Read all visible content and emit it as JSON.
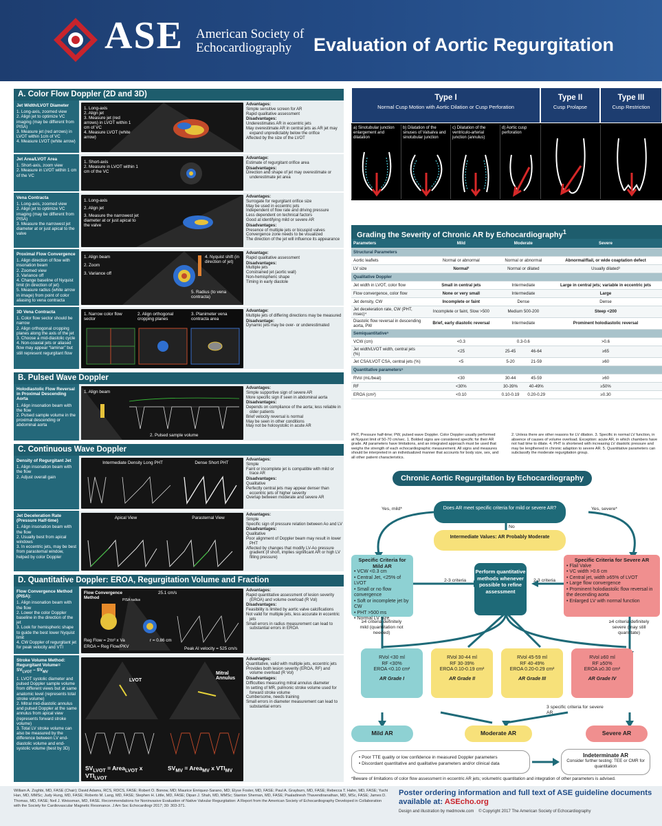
{
  "header": {
    "logo_text": "ASE",
    "logo_sub_1": "American Society of",
    "logo_sub_2": "Echocardiography",
    "title": "Evaluation of Aortic Regurgitation",
    "bg": "#1d3d70"
  },
  "sections": {
    "a": "A. Color Flow Doppler (2D and 3D)",
    "b": "B. Pulsed Wave Doppler",
    "c": "C. Continuous Wave Doppler",
    "d": "D. Quantitative Doppler: EROA, Regurgitation Volume and Fraction"
  },
  "rows": {
    "jet_width": {
      "title": "Jet Width/LVOT Diameter",
      "steps": [
        "1. Long-axis, zoomed view",
        "2. Align jet to optimize VC imaging (may be different from PISA)",
        "3. Measure jet (red arrows) in LVOT within 1cm of VC",
        "4. Measure LVOT (white arrow)"
      ],
      "img_steps": [
        "1. Long-axis",
        "2. Align jet",
        "3. Measure jet (red arrows) in LVOT within 1 cm of VC",
        "4. Measure LVOT (white arrow)"
      ],
      "advantages": [
        "Simple sensitive screen for AR",
        "Rapid qualitative assessment"
      ],
      "disadvantages": [
        "Underestimates AR in eccentric jets",
        "May overestimate AR in central jets as AR jet may expand unpredictably below the orifice",
        "Affected by the size of the LVOT"
      ]
    },
    "jet_area": {
      "title": "Jet Area/LVOT Area",
      "steps": [
        "1. Short-axis, zoom view",
        "2. Measure in LVOT within 1 cm of the VC"
      ],
      "img_steps": [
        "1. Short-axis",
        "2. Measure in LVOT within 1 cm of the VC"
      ],
      "advantages": [
        "Estimate of regurgitant orifice area"
      ],
      "disadvantages": [
        "Direction and shape of jet may overestimate or underestimate jet area"
      ]
    },
    "vena": {
      "title": "Vena Contracta",
      "steps": [
        "1. Long-axis, zoomed view",
        "2. Align jet to optimize VC imaging (may be different from PISA)",
        "3. Measure the narrowest jet diameter at or just apical to the valve"
      ],
      "img_steps": [
        "1. Long-axis",
        "2. Align jet",
        "3. Measure the narrowest jet diameter at or just apical to the valve"
      ],
      "advantages": [
        "Surrogate for regurgitant orifice size",
        "May be used in eccentric jets",
        "Independent of flow rate and driving pressure",
        "Less dependent on technical factors",
        "Good at identifying mild or severe AR"
      ],
      "disadvantages": [
        "Presence of multiple jets or bicuspid valves",
        "Convergence zone needs to be visualized",
        "The direction of the jet will influence its appearance"
      ]
    },
    "pisa": {
      "title": "Proximal Flow Convergence",
      "steps": [
        "1. Align direction of flow with insonation beam",
        "2. Zoomed view",
        "3. Variance off",
        "4. Change baseline of Nyquist limit (in direction of jet)",
        "5. Measure radius (white arrow in image) from point of color aliasing to vena contracta"
      ],
      "img_steps": [
        "1. Align beam",
        "2. Zoom",
        "3. Variance off",
        "4. Nyquist shift (in direction of jet)",
        "5. Radius (to vena contracta)"
      ],
      "advantages": [
        "Rapid qualitative assessment"
      ],
      "disadvantages": [
        "Multiple jets",
        "Constrained jet (aortic wall)",
        "Non-hemispheric shape",
        "Timing in early diastole"
      ]
    },
    "vc3d": {
      "title": "3D Vena Contracta",
      "steps": [
        "1. Color flow sector should be narrow",
        "2. Align orthogonal cropping planes along the axis of the jet",
        "3. Choose a mid-diastolic cycle",
        "4. Non-coaxial jets or aliased flow may appear “laminar” but still represent regurgitant flow"
      ],
      "img_steps": [
        "1. Narrow color flow sector",
        "2. Align orthogonal cropping planes",
        "3. Planimeter vena contracta area"
      ],
      "advantages": [
        "Multiple jets of differing directions may be measured"
      ],
      "disadvantages": [
        "Dynamic jets may be over- or underestimated"
      ]
    },
    "holo": {
      "title": "Holodiastolic Flow Reversal in Proximal Descending Aorta",
      "steps": [
        "1. Align insonation beam with the flow",
        "2. Pulsed sample volume in the proximal descending or abdominal aorta"
      ],
      "img_steps": [
        "1. Align beam",
        "2. Pulsed sample volume"
      ],
      "advantages": [
        "Simple supportive sign of severe AR",
        "More specific sign if seen in abdominal aorta"
      ],
      "disadvantages": [
        "Depends on compliance of the aorta; less reliable in older patients",
        "Brief velocity reversal is normal",
        "May be seen in other conditions",
        "May not be holosystolic in acute AR"
      ]
    },
    "density": {
      "title": "Density of Regurgitant Jet",
      "steps": [
        "1. Align insonation beam with the flow",
        "2. Adjust overall gain"
      ],
      "img_labels": [
        "Intermediate Density Long PHT",
        "Dense Short PHT"
      ],
      "advantages": [
        "Simple",
        "Faint or incomplete jet is compatible with mild or trace AR"
      ],
      "disadvantages": [
        "Qualitative",
        "Perfectly central jets may appear denser than eccentric jets of higher severity",
        "Overlap between moderate and severe AR"
      ]
    },
    "decel": {
      "title": "Jet Deceleration Rate (Pressure Half-time)",
      "steps": [
        "1. Align insonation beam with the flow",
        "2. Usually best from apical windows",
        "3. In eccentric jets, may be best from parasternal window, helped by color Doppler"
      ],
      "img_labels": [
        "Apical View",
        "Parasternal View"
      ],
      "advantages": [
        "Simple",
        "Specific sign of pressure relation between Ao and LV"
      ],
      "disadvantages": [
        "Qualitative",
        "Poor alignment of Doppler beam may result in lower PHT",
        "Affected by changes that modify LV-Ao pressure gradient (if short, implies significant AR or high LV filling pressure)"
      ]
    },
    "flowconv": {
      "title": "Flow Convergence Method (PISA):",
      "steps": [
        "1. Align insonation beam with the flow",
        "2. Lower the color Doppler baseline in the direction of the jet",
        "3. Look for hemispheric shape to guide the best lower Nyquist limit",
        "4. CW Doppler of regurgitant jet for peak velocity and VTI"
      ],
      "img_labels": [
        "Flow Convergence Method",
        "25.1 cm/s",
        "r = 0.86 cm",
        "Peak AI velocity = 525 cm/s",
        "Reg Flow = 2πr² x Va",
        "EROA = Reg Flow/PKV",
        "PISA radius"
      ],
      "advantages": [
        "Rapid quantitative assessment of lesion severity (EROA) and volume overload (R Vol)"
      ],
      "disadvantages": [
        "Feasibility is limited by aortic valve calcifications",
        "Not valid for multiple jets, less accurate in eccentric jets",
        "Small errors in radius measurement can lead to substantial errors in EROA"
      ]
    },
    "strokevol": {
      "title": "Stroke Volume Method: Regurgitant Volume= SV",
      "title_sub": "LVOT",
      "title_tail": "– SV",
      "title_sub2": "MV",
      "steps": [
        "1. LVOT systolic diameter and pulsed Doppler sample volume from different views but at same anatomic level (represents total stroke volume)",
        "2. Mitral mid-diastolic annulus and pulsed Doppler at the same annulus from apical view (represents forward stroke volume)",
        "3. Total LV stroke volume can also be measured by the difference between LV end-diastolic volume and end-systolic volume (best by 3D)"
      ],
      "img_labels": [
        "LVOT",
        "Mitral Annulus"
      ],
      "formula_1": "SV",
      "formula_1_sub": "LVOT",
      "formula_1_eq": "= Area",
      "formula_1_sub2": "LVOT",
      "formula_1_tail": "x VTI",
      "formula_1_sub3": "LVOT",
      "formula_2": "SV",
      "formula_2_sub": "MV",
      "formula_2_eq": "= Area",
      "formula_2_sub2": "MV",
      "formula_2_tail": "x VTI",
      "formula_2_sub3": "MV",
      "advantages": [
        "Quantitative, valid with multiple jets, eccentric jets",
        "Provides both lesion severity (EROA, RF) and volume overload (R Vol)"
      ],
      "disadvantages": [
        "Difficulties measuring mitral annulus diameter",
        "In setting of MR, pulmonic stroke volume used for forward stroke volume",
        "Cumbersome, needs training",
        "Small errors in diameter measurement can lead to substantial errors"
      ]
    }
  },
  "labels": {
    "adv": "Advantage:",
    "advs": "Advantages:",
    "dis": "Disadvantage:",
    "diss": "Disadvantages:"
  },
  "types": {
    "t1": "Type I",
    "t1_sub": "Normal Cusp Motion with Aortic Dilation or Cusp Perforation",
    "t2": "Type II",
    "t2_sub": "Cusp Prolapse",
    "t3": "Type III",
    "t3_sub": "Cusp Restriction",
    "cusps": [
      "a)   Sinotubular junction enlargement and dilatation",
      "b)   Dilatation of the sinuses of Valsalva and sinotubular junction",
      "c)   Dilatation of the ventriculo-arterial junction (annulus)",
      "d)   Aortic cusp perforation"
    ]
  },
  "grading": {
    "title": "Grading the Severity of Chronic AR by Echocardiography",
    "title_sup": "1",
    "header": [
      "Parameters",
      "Mild",
      "Moderate",
      "Severe"
    ],
    "structural": "Structural Parameters",
    "aortic_leaflets": [
      "Aortic leaflets",
      "Normal or abnormal",
      "Normal or abnormal",
      "Abnormal/flail, or wide coaptation defect"
    ],
    "lv_size": [
      "LV size",
      "Normal²",
      "Normal or dilated",
      "Usually dilated³"
    ],
    "qualitative": "Qualitative Doppler",
    "jet_width": [
      "Jet width in LVOT, color flow",
      "Small in central jets",
      "Intermediate",
      "Large in central jets; variable in eccentric jets"
    ],
    "flow_conv": [
      "Flow convergence, color flow",
      "None or very small",
      "Intermediate",
      "Large"
    ],
    "jet_density": [
      "Jet density, CW",
      "Incomplete or faint",
      "Dense",
      "Dense"
    ],
    "decel": [
      "Jet deceleration rate, CW (PHT, msec)⁴",
      "Incomplete or faint, Slow >500",
      "Medium 500-200",
      "Steep <200"
    ],
    "diastolic": [
      "Diastolic flow reversal in descending aorta, PW",
      "Brief, early diastolic reversal",
      "Intermediate",
      "Prominent holodiastolic reversal"
    ],
    "semiquant": "Semiquantitative⁵",
    "vcw": [
      "VCW (cm)",
      "<0.3",
      "0.3-0.6",
      ">0.6"
    ],
    "jw_lvot": [
      "Jet width/LVOT width, central jets (%)",
      "<25",
      "25-45",
      "46-64",
      "≥65"
    ],
    "csa": [
      "Jet CSA/LVOT CSA, central jets (%)",
      "<5",
      "5-20",
      "21-59",
      "≥60"
    ],
    "quant": "Quantitative parameters⁵",
    "rvol": [
      "RVol (mL/beat)",
      "<30",
      "30-44",
      "45-59",
      "≥60"
    ],
    "rf": [
      "RF",
      "<30%",
      "30-39%",
      "40-49%",
      "≥50%"
    ],
    "eroa": [
      "EROA (cm²)",
      "<0.10",
      "0.10-0.19",
      "0.20-0.29",
      "≥0.30"
    ]
  },
  "notes": {
    "left": "PHT, Pressure half-time; PW, pulsed wave Doppler. Color Doppler usually performed at Nyquist limit of 50-70 cm/sec. 1. Bolded signs are considered specific for their AR grade. All parameters have limitations, and an integrated approach must be used that weighs the strength of each echocardiographic measurement. All signs and measures should be interpreted in an individualized manner that accounts for body size, sex, and all other patient characteristics.",
    "right": "2. Unless there are other reasons for LV dilation. 3. Specific in normal LV function, in absence of causes of volume overload. Exception: acute AR, in which chambers have not had time to dilate. 4. PHT is shortened with increasing LV diastolic pressure and may be lengthened in chronic adaption to severe AR. 5. Quantitative parameters can subclassify the moderate regurgitation group."
  },
  "flow": {
    "title": "Chronic Aortic Regurgitation by Echocardiography",
    "question": "Does AR meet specific criteria for mild or severe AR?",
    "yes_mild": "Yes, mild*",
    "yes_severe": "Yes, severe*",
    "no": "No",
    "intermediate": "Intermediate Values: AR Probably Moderate",
    "mild_title": "Specific Criteria for Mild AR",
    "mild_items": [
      "• VCW <0.3 cm",
      "• Central Jet, <25% of LVOT",
      "• Small or no flow convergence",
      "• Soft or incomplete jet by CW",
      "• PHT >500 ms",
      "• Normal LV size"
    ],
    "perform": "Perform quantitative methods whenever possible to refine assessment",
    "criteria_23": "2-3 criteria",
    "severe_title": "Specific Criteria for Severe AR",
    "severe_items": [
      "• Flail Valve",
      "• VC width >0.6 cm",
      "• Central jet, width ≥65% of LVOT",
      "• Large flow convergence",
      "• Prominent holodiastolic flow reversal in the decending aorta",
      "• Enlarged LV with normal function"
    ],
    "ge4_mild": "≥4 criteria definitely mild (quantitation not needed)",
    "ge4_severe": "≥4 criteria definitely severe (may still quantitate)",
    "g1": [
      "RVol <30 ml",
      "RF <30%",
      "EROA <0.10 cm²",
      "AR Grade I"
    ],
    "g2": [
      "RVol 30-44 ml",
      "RF 30-39%",
      "EROA 0.10-0.19 cm²",
      "AR Grade II"
    ],
    "g3": [
      "RVol 45-59 ml",
      "RF 40-49%",
      "EROA 0.20-0.29 cm²",
      "AR Grade III"
    ],
    "g4": [
      "RVol ≥60 ml",
      "RF ≥50%",
      "EROA ≥0.30 cm²",
      "AR Grade IV"
    ],
    "three_specific": "3 specific criteria for severe AR",
    "mild_ar": "Mild AR",
    "moderate_ar": "Moderate AR",
    "severe_ar": "Severe AR",
    "poor_items": [
      "•   Poor TTE quality or low confidence in measured Doppler parameters",
      "•   Discordant quantitative and qualitative parameters and/or clinical data"
    ],
    "indeterminate": "Indeterminate AR",
    "indeterminate_sub": "Consider further testing: TEE or CMR for quantitation",
    "beware": "*Beware of limitations of color flow assessment in eccentric AR jets; volumetric quantitation and integration of other parameters is advised."
  },
  "footer": {
    "authors": "William A. Zoghbi, MD, FASE (Chair); David Adams, RCS, RDCS, FASE; Robert O. Bonow, MD; Maurice Enriquez-Sarano, MD; Elyse Foster, MD, FASE; Paul A. Grayburn, MD, FASE; Rebecca T. Hahn, MD, FASE; Yuchi Han, MD, MMSc; Judy Hung, MD, FASE; Roberto M. Lang, MD, FASE; Stephen H. Little, MD, FASE; Dipan J. Shah, MD, MMSc; Stanton Shernan, MD, FASE; Paaladinesh Thavendiranathan, MD, MSc, FASE; James D. Thomas, MD, FASE; Neil J. Weissman, MD, FASE. Recommendations for Noninvasive Evaluation of Native Valvular Regurgitation: A Report from the American Society of Echocardiography Developed in Collaboration with the Society for Cardiovascular Magnetic Resonance. J Am Soc Echocardiogr 2017; 30: 303-371.",
    "order_1": "Poster ordering information and full text of ASE guideline documents",
    "order_2": "available at:",
    "url": "ASEcho.org",
    "credit": "Design and illustration by medmovie.com",
    "copyright": "© Copyright 2017 The American Society of Echocardiography"
  }
}
